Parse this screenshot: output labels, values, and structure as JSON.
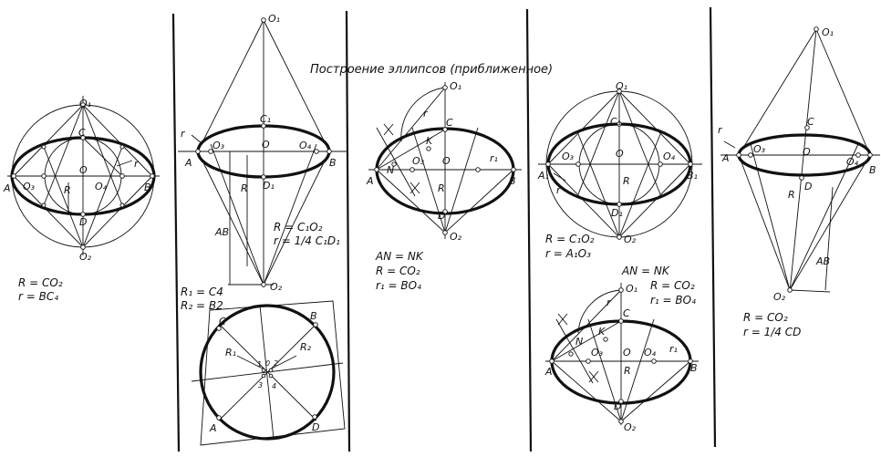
{
  "title": "Построение эллипсов (приближенное)",
  "panel1": {
    "labels": {
      "O1": "O₁",
      "O2": "O₂",
      "C": "C",
      "D": "D",
      "O": "O",
      "O3": "O₃",
      "O4": "O₄",
      "A": "A",
      "B": "B",
      "R": "R",
      "r": "r"
    },
    "formulas": [
      "R = CO₂",
      "r = BC₄"
    ]
  },
  "panel2": {
    "labels": {
      "O1": "O₁",
      "C1": "C₁",
      "D1": "D₁",
      "O": "O",
      "O3": "O₃",
      "O4": "O₄",
      "A": "A",
      "B": "B",
      "R": "R",
      "r": "r",
      "AB": "AB",
      "O2": "O₂"
    },
    "formulas": [
      "R = C₁O₂",
      "r = 1/4 C₁D₁"
    ]
  },
  "panel2b": {
    "formulas": [
      "R₁ = C4",
      "R₂ = B2"
    ],
    "labels": {
      "C": "C",
      "B": "B",
      "A": "A",
      "D": "D",
      "R1": "R₁",
      "R2": "R₂",
      "n1": "1",
      "n2": "0",
      "n3": "2",
      "n4": "3",
      "n5": "4"
    }
  },
  "panel3": {
    "labels": {
      "O1": "O₁",
      "C": "C",
      "K": "K",
      "N": "N",
      "O3": "O₃",
      "O": "O",
      "A": "A",
      "B": "B",
      "R": "R",
      "r": "r",
      "r1": "r₁",
      "D": "D",
      "O2": "O₂"
    },
    "formulas": [
      "AN = NK",
      "R = CO₂",
      "r₁ = BO₄"
    ]
  },
  "panel4": {
    "labels": {
      "O1": "O₁",
      "C1": "C₁",
      "O": "O",
      "O3": "O₃",
      "O4": "O₄",
      "A1": "A₁",
      "B1": "B₁",
      "D1": "D₁",
      "O2": "O₂",
      "R": "R",
      "r": "r"
    },
    "formulas": [
      "R = C₁O₂",
      "r = A₁O₃"
    ]
  },
  "panel4b": {
    "labels": {
      "O1": "O₁",
      "C": "C",
      "K": "K",
      "N": "N",
      "O3": "O₃",
      "O": "O",
      "O4": "O₄",
      "A": "A",
      "B": "B",
      "R": "R",
      "r": "r",
      "r1": "r₁",
      "D": "D",
      "O2": "O₂"
    },
    "formulas": [
      "AN = NK",
      "R = CO₂",
      "r₁ = BO₄"
    ]
  },
  "panel5": {
    "labels": {
      "O1": "O₁",
      "C": "C",
      "O": "O",
      "O3": "O₃",
      "O4": "O₄",
      "A": "A",
      "B": "B",
      "D": "D",
      "R": "R",
      "r": "r",
      "AB": "AB",
      "O2": "O₂"
    },
    "formulas": [
      "R = CO₂",
      "r = 1/4 CD"
    ]
  }
}
